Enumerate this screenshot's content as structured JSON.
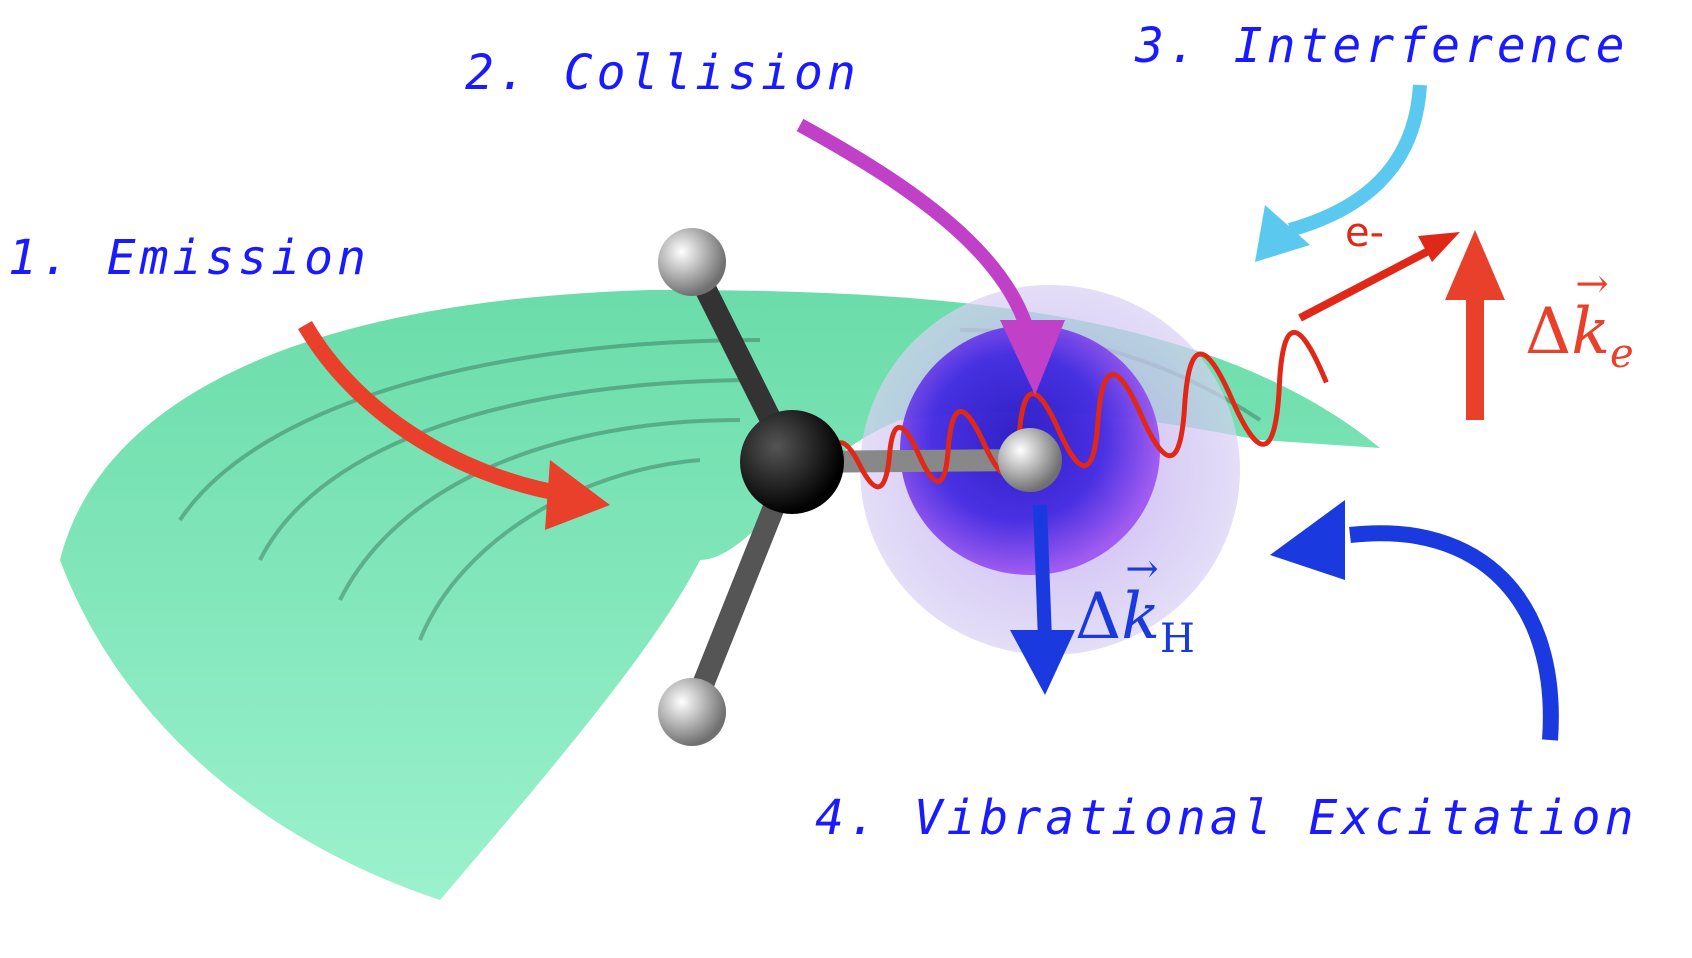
{
  "diagram": {
    "labels": {
      "emission": "1. Emission",
      "collision": "2. Collision",
      "interference": "3. Interference",
      "vibrational": "4. Vibrational Excitation",
      "electron": "e-",
      "delta_ke_delta": "Δ",
      "delta_ke_k": "k",
      "delta_ke_sub": "e",
      "delta_kh_delta": "Δ",
      "delta_kh_k": "k",
      "delta_kh_sub": "H"
    },
    "colors": {
      "label_blue": "#1a1aff",
      "emission_arrow": "#e8402a",
      "collision_arrow": "#c040c8",
      "interference_arrow": "#5bc8f0",
      "vibrational_arrow": "#1a3ae0",
      "wave_surface": "#7de0b0",
      "electron_wave": "#e02818",
      "hydrogen_cloud": "#3a1ad8",
      "outer_cloud": "#c8b8f0"
    }
  }
}
